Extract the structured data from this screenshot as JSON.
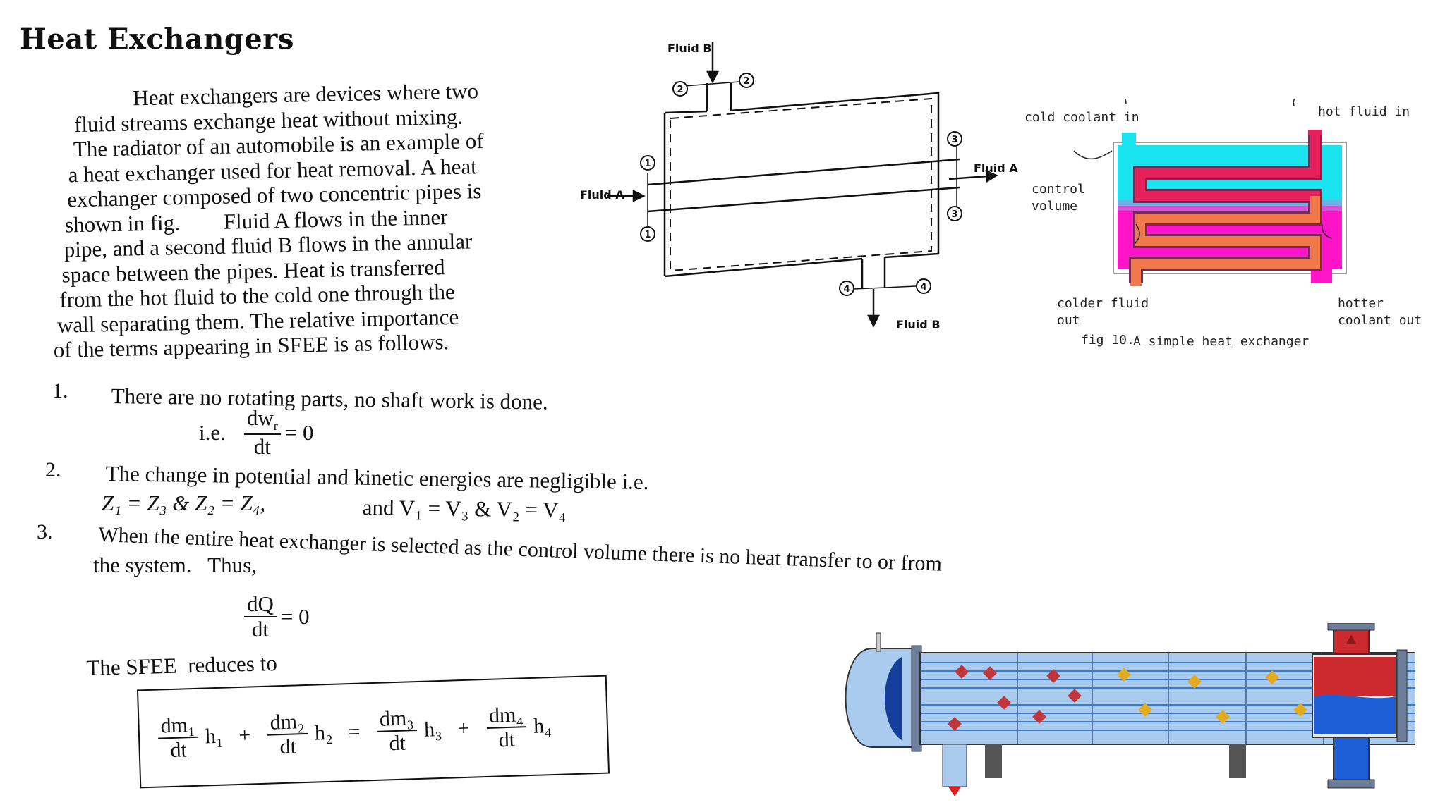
{
  "title": "Heat Exchangers",
  "intro_lines": [
    "Heat exchangers are devices where two",
    "fluid streams exchange heat without mixing.",
    "The radiator of an automobile is an example of",
    "a heat exchanger used for heat removal. A heat",
    "exchanger composed of two concentric pipes is",
    "shown in fig.        Fluid A flows in the inner",
    "pipe, and a second fluid B flows in the annular",
    "space between the pipes. Heat is transferred",
    "from the hot fluid to the cold one through the",
    "wall separating them. The relative importance",
    "of the terms appearing in SFEE is as follows."
  ],
  "items": [
    {
      "number": "1.",
      "text": "There are no rotating parts, no shaft work is done.",
      "eq_prefix": "i.e.",
      "eq_num": "dw",
      "eq_num_sub": "r",
      "eq_den": "dt",
      "eq_rhs": "= 0"
    },
    {
      "number": "2.",
      "text": "The change in potential and kinetic energies are negligible i.e.",
      "eq_left": "Z₁ = Z₃  & Z₂ = Z₄,",
      "eq_right": "and V₁ = V₃ & V₂ = V₄"
    },
    {
      "number": "3.",
      "text": "When the entire heat exchanger is selected as the control volume there is no heat transfer to or from",
      "text_cont": "the system.   Thus,",
      "eq_num": "dQ",
      "eq_den": "dt",
      "eq_rhs": "= 0"
    }
  ],
  "sfee_intro": "The SFEE  reduces to",
  "sfee": {
    "t1_num": "dm₁",
    "t1_den": "dt",
    "t1_h": "h₁",
    "plus1": "+",
    "t2_num": "dm₂",
    "t2_den": "dt",
    "t2_h": "h₂",
    "equals": "=",
    "t3_num": "dm₃",
    "t3_den": "dt",
    "t3_h": "h₃",
    "plus2": "+",
    "t4_num": "dm₄",
    "t4_den": "dt",
    "t4_h": "h₄"
  },
  "diagram1": {
    "fluid_b_in": "Fluid B",
    "fluid_b_out": "Fluid B",
    "fluid_a_in": "Fluid A",
    "fluid_a_out": "Fluid A",
    "station_1": "1",
    "station_2": "2",
    "station_3": "3",
    "station_4": "4"
  },
  "diagram2": {
    "cold_coolant_in": "cold coolant in",
    "hot_fluid_in": "hot fluid in",
    "control_volume_1": "control",
    "control_volume_2": "volume",
    "colder_fluid_out_1": "colder fluid",
    "colder_fluid_out_2": "out",
    "hotter_coolant_out_1": "hotter",
    "hotter_coolant_out_2": "coolant out",
    "caption_fig": "fig 10.",
    "caption_text": "A simple heat exchanger",
    "colors": {
      "coolant": "#19e3ef",
      "hot": "#ff14c8",
      "hot_tube": "#e5205a",
      "mid_tube": "#f0784a",
      "shell": "#888888"
    }
  },
  "diagram3": {
    "colors": {
      "shell": "#a9cbee",
      "tube": "#3a7bd5",
      "baffle_red": "#c0363a",
      "baffle_gold": "#e3ac1f",
      "head_red": "#cc2a2f",
      "head_blue": "#1f5fd6",
      "support": "#555555"
    }
  }
}
